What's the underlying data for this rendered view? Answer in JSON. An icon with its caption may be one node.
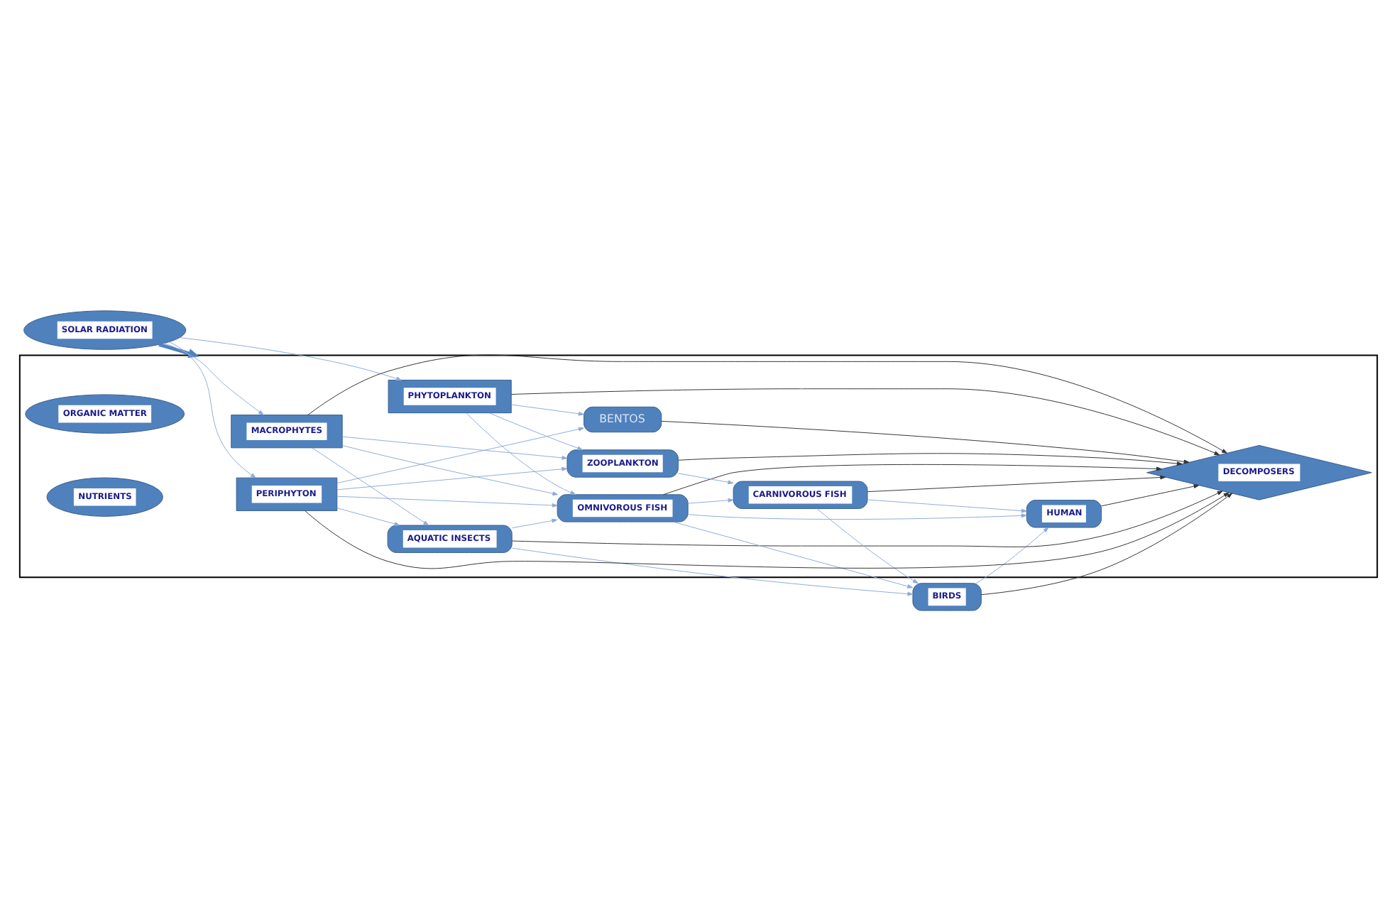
{
  "diagram": {
    "nodes": [
      {
        "text": [
          "SOLAR RADIATION"
        ]
      },
      {
        "text": [
          "BIRDS"
        ]
      },
      {
        "text": [],
        "shape": "box"
      },
      {
        "text": [
          "AQUATIC INSECTS"
        ],
        "in": 2
      },
      {
        "text": [
          "MACROPHYTES"
        ],
        "in": 2
      },
      {
        "text": [
          "HUMAN"
        ],
        "in": 2
      },
      {
        "text": [
          "ORGANIC MATTER"
        ],
        "in": 2
      },
      {
        "text": [
          "OMNIVOROUS FISH"
        ],
        "in": 2
      },
      {
        "text": [
          "PHYTOPLANKTON"
        ],
        "in": 2
      },
      {
        "text": [
          "CARNIVOROUS FISH"
        ],
        "in": 2
      },
      {
        "text": [
          "NUTRIENTS"
        ],
        "in": 2
      },
      {
        "text": [
          "ZOOPLANKTON"
        ],
        "in": 2
      },
      {
        "text": [
          "PERIPHYTON"
        ],
        "in": 2
      },
      {
        "text": [
          "DECOMPOSERS"
        ],
        "in": 2
      },
      {
        "text": [
          "BENTOS"
        ],
        "in": 2
      }
    ],
    "edges": [
      {
        "from": 0,
        "to": 2,
        "arrow": "to",
        "style": "thick",
        "color": "#4f81bd"
      },
      {
        "from": 0,
        "to": 4,
        "arrow": "to"
      },
      {
        "from": 0,
        "to": 8,
        "arrow": "to"
      },
      {
        "from": 0,
        "to": 12,
        "arrow": "to"
      },
      {
        "from": 4,
        "to": 3,
        "arrow": "to"
      },
      {
        "from": 4,
        "to": 7,
        "arrow": "to"
      },
      {
        "from": 4,
        "to": 11,
        "arrow": "to"
      },
      {
        "from": 3,
        "to": 7,
        "arrow": "to"
      },
      {
        "from": 3,
        "to": 1,
        "arrow": "to"
      },
      {
        "from": 7,
        "to": 1,
        "arrow": "to"
      },
      {
        "from": 7,
        "to": 5,
        "arrow": "to"
      },
      {
        "from": 7,
        "to": 9,
        "arrow": "to"
      },
      {
        "from": 9,
        "to": 1,
        "arrow": "to"
      },
      {
        "from": 9,
        "to": 5,
        "arrow": "to"
      },
      {
        "from": 1,
        "to": 5,
        "arrow": "to"
      },
      {
        "from": 8,
        "to": 7,
        "arrow": "to"
      },
      {
        "from": 8,
        "to": 11,
        "arrow": "to"
      },
      {
        "from": 12,
        "to": 3,
        "arrow": "to"
      },
      {
        "from": 12,
        "to": 7,
        "arrow": "to"
      },
      {
        "from": 12,
        "to": 11,
        "arrow": "to"
      },
      {
        "from": 12,
        "to": 14,
        "arrow": "to"
      },
      {
        "from": 8,
        "to": 14,
        "arrow": "to"
      },
      {
        "from": 11,
        "to": 9,
        "arrow": "to"
      },
      {
        "from": 4,
        "to": 13,
        "arrow": "to",
        "color": "#333333"
      },
      {
        "from": 8,
        "to": 13,
        "arrow": "to",
        "color": "#333333"
      },
      {
        "from": 12,
        "to": 13,
        "arrow": "to",
        "color": "#333333"
      },
      {
        "from": 11,
        "to": 13,
        "arrow": "to",
        "color": "#333333"
      },
      {
        "from": 7,
        "to": 13,
        "arrow": "to",
        "color": "#333333"
      },
      {
        "from": 9,
        "to": 13,
        "arrow": "to",
        "color": "#333333"
      },
      {
        "from": 3,
        "to": 13,
        "arrow": "to",
        "color": "#333333"
      },
      {
        "from": 1,
        "to": 13,
        "arrow": "to",
        "color": "#333333"
      },
      {
        "from": 5,
        "to": 13,
        "arrow": "to",
        "color": "#333333"
      },
      {
        "from": 14,
        "to": 13,
        "arrow": "to",
        "color": "#333333"
      }
    ]
  }
}
